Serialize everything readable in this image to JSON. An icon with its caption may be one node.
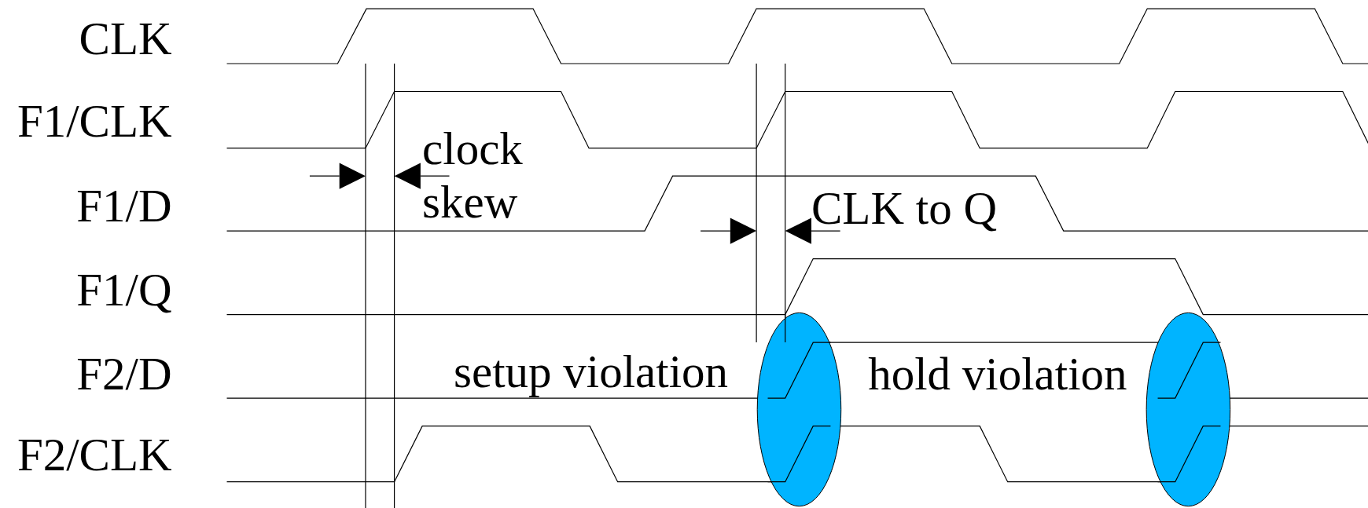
{
  "diagram": {
    "labels": [
      "CLK",
      "F1/CLK",
      "F1/D",
      "F1/Q",
      "F2/D",
      "F2/CLK",
      "clock skew",
      "CLK to Q",
      "setup violation",
      "hold violation"
    ]
  }
}
